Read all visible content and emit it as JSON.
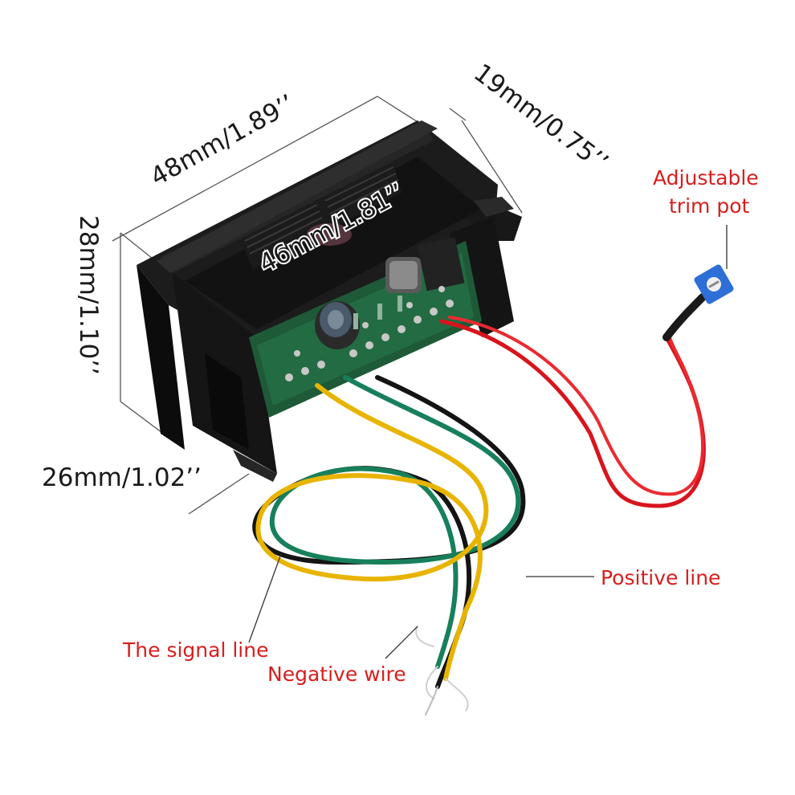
{
  "dimensions": {
    "width": "48mm/1.89’’",
    "depth": "19mm/0.75’’",
    "height": "28mm/1.10’’",
    "inner_width": "46mm/1.81’’",
    "bezel_depth": "26mm/1.02’’"
  },
  "callouts": {
    "trim_pot_line1": "Adjustable",
    "trim_pot_line2": "trim pot",
    "positive": "Positive line",
    "signal": "The signal line",
    "negative": "Negative wire"
  },
  "colors": {
    "label_red": "#d81e1e",
    "wire_red": "#d8141c",
    "wire_yellow": "#e8b400",
    "wire_green": "#17805a",
    "wire_black": "#141414",
    "pcb_green": "#1e5a37",
    "housing": "#161616"
  }
}
